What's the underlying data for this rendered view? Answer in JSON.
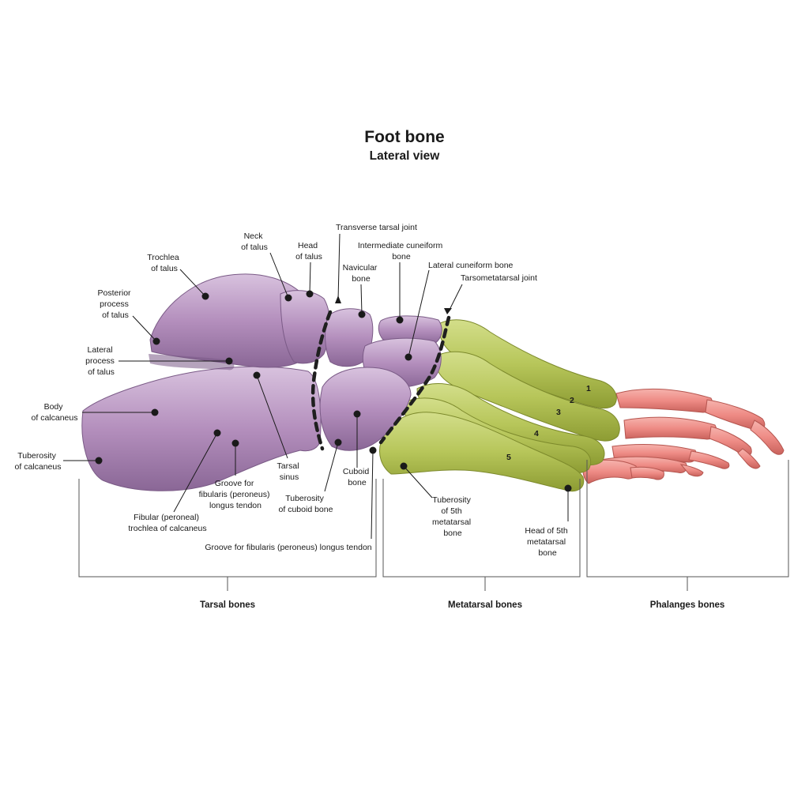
{
  "title": "Foot bone",
  "subtitle": "Lateral view",
  "colors": {
    "tarsal": "#b48fbd",
    "tarsal_dark": "#8a6796",
    "metatarsal": "#b7c65a",
    "metatarsal_dark": "#8d9c33",
    "phalanges": "#ee8b85",
    "phalanges_dark": "#c9625c"
  },
  "labels": {
    "neck_of_talus": [
      "Neck",
      "of talus"
    ],
    "head_of_talus": [
      "Head",
      "of talus"
    ],
    "trochlea_of_talus": [
      "Trochlea",
      "of talus"
    ],
    "transverse_tarsal_joint": [
      "Transverse tarsal joint"
    ],
    "intermediate_cuneiform": [
      "Intermediate cuneiform",
      "bone"
    ],
    "navicular_bone": [
      "Navicular",
      "bone"
    ],
    "lateral_cuneiform": [
      "Lateral cuneiform bone"
    ],
    "tarsometatarsal_joint": [
      "Tarsometatarsal joint"
    ],
    "posterior_process": [
      "Posterior",
      "process",
      "of talus"
    ],
    "lateral_process": [
      "Lateral",
      "process",
      "of talus"
    ],
    "body_of_calcaneus": [
      "Body",
      "of calcaneus"
    ],
    "tuberosity_of_calcaneus": [
      "Tuberosity",
      "of calcaneus"
    ],
    "tarsal_sinus": [
      "Tarsal",
      "sinus"
    ],
    "cuboid_bone": [
      "Cuboid",
      "bone"
    ],
    "groove_fibularis_calcaneus": [
      "Groove for",
      "fibularis (peroneus)",
      "longus tendon"
    ],
    "tuberosity_of_cuboid": [
      "Tuberosity",
      "of cuboid bone"
    ],
    "fibular_trochlea": [
      "Fibular (peroneal)",
      "trochlea of calcaneus"
    ],
    "groove_fibularis_cuboid": [
      "Groove for fibularis (peroneus) longus tendon"
    ],
    "tuberosity_5th_metatarsal": [
      "Tuberosity",
      "of 5th",
      "metatarsal",
      "bone"
    ],
    "head_5th_metatarsal": [
      "Head of 5th",
      "metatarsal",
      "bone"
    ]
  },
  "metatarsal_numbers": [
    "1",
    "2",
    "3",
    "4",
    "5"
  ],
  "groups": {
    "tarsal": "Tarsal bones",
    "metatarsal": "Metatarsal bones",
    "phalanges": "Phalanges bones"
  }
}
